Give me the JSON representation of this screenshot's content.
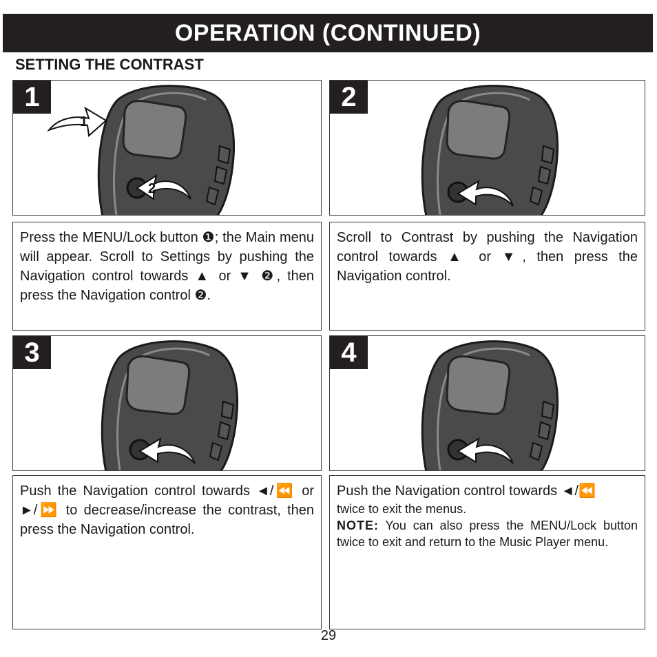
{
  "header": {
    "title": "OPERATION (CONTINUED)"
  },
  "section": {
    "title": "SETTING THE CONTRAST"
  },
  "steps": [
    {
      "number": "1",
      "callouts": [
        "1",
        "2"
      ]
    },
    {
      "number": "2"
    },
    {
      "number": "3"
    },
    {
      "number": "4"
    }
  ],
  "text": {
    "step1": {
      "a": "Press the MENU/Lock button ❶; the Main menu will appear. Scroll to Settings by pushing the Navigation control towards ▲ or ▼ ❷, then press the Navigation control ❷."
    },
    "step2": {
      "a": "Scroll to Contrast by pushing the Navigation control towards ▲ or ▼, then press the Navigation control."
    },
    "step3": {
      "a": "Push the Navigation control towards ◄/⏪ or ►/⏩ to decrease/increase the contrast, then press the Navigation control."
    },
    "step4": {
      "a": "Push the Navigation control towards ◄/⏪",
      "b": "twice to exit the menus.",
      "note_label": "NOTE:",
      "note_text": " You can also press the MENU/Lock button twice to exit and return to the Music Player menu."
    }
  },
  "footer": {
    "page_number": "29"
  }
}
